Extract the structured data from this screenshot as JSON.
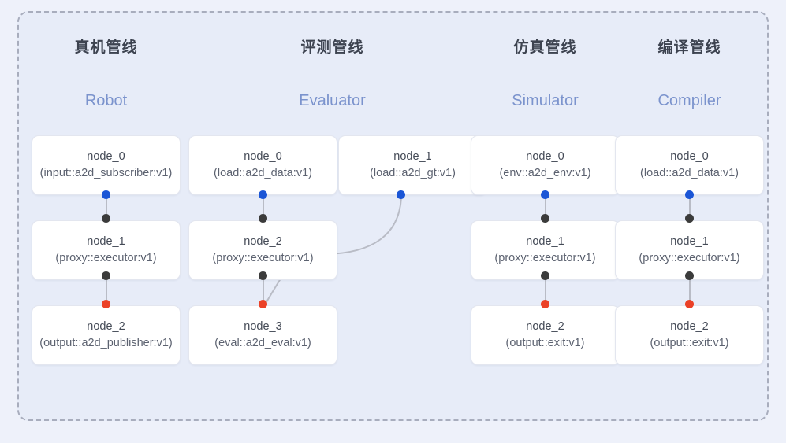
{
  "frame": {
    "name": "pipeline-overview-frame",
    "border_style": "dashed",
    "border_color": "#a8adbd",
    "background": "#e7ecf8"
  },
  "page_background": "#eef1fa",
  "palette": {
    "port_input": "#1b56d6",
    "port_proxy": "#3b3b3b",
    "port_output": "#eb4127",
    "edge": "#b9bcc6",
    "title_cn": "#3d4350",
    "title_en": "#7b93cd",
    "card_bg": "#ffffff",
    "card_border": "#e3e6ef"
  },
  "columns": [
    {
      "id": "robot",
      "title_cn": "真机管线",
      "title_en": "Robot",
      "nodes": [
        {
          "name": "node_0",
          "spec": "(input::a2d_subscriber:v1)"
        },
        {
          "name": "node_1",
          "spec": "(proxy::executor:v1)"
        },
        {
          "name": "node_2",
          "spec": "(output::a2d_publisher:v1)"
        }
      ]
    },
    {
      "id": "evaluator",
      "title_cn": "评测管线",
      "title_en": "Evaluator",
      "nodes": [
        {
          "name": "node_0",
          "spec": "(load::a2d_data:v1)"
        },
        {
          "name": "node_1",
          "spec": "(load::a2d_gt:v1)"
        },
        {
          "name": "node_2",
          "spec": "(proxy::executor:v1)"
        },
        {
          "name": "node_3",
          "spec": "(eval::a2d_eval:v1)"
        }
      ]
    },
    {
      "id": "simulator",
      "title_cn": "仿真管线",
      "title_en": "Simulator",
      "nodes": [
        {
          "name": "node_0",
          "spec": "(env::a2d_env:v1)"
        },
        {
          "name": "node_1",
          "spec": "(proxy::executor:v1)"
        },
        {
          "name": "node_2",
          "spec": "(output::exit:v1)"
        }
      ]
    },
    {
      "id": "compiler",
      "title_cn": "编译管线",
      "title_en": "Compiler",
      "nodes": [
        {
          "name": "node_0",
          "spec": "(load::a2d_data:v1)"
        },
        {
          "name": "node_1",
          "spec": "(proxy::executor:v1)"
        },
        {
          "name": "node_2",
          "spec": "(output::exit:v1)"
        }
      ]
    }
  ]
}
